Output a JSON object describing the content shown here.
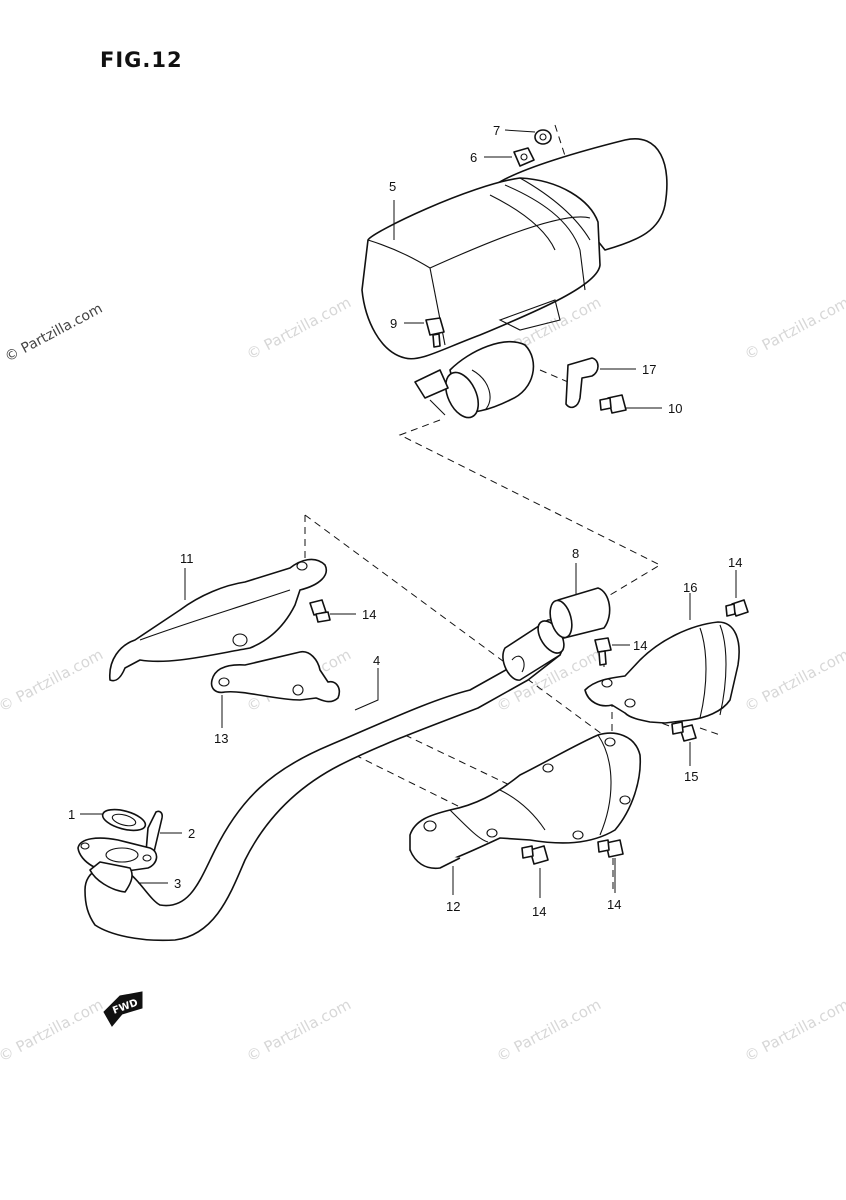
{
  "figure": {
    "title": "FIG.12"
  },
  "watermark": {
    "text": "© Partzilla.com"
  },
  "callouts": [
    "1",
    "2",
    "3",
    "4",
    "5",
    "6",
    "7",
    "8",
    "9",
    "10",
    "11",
    "12",
    "13",
    "14",
    "15",
    "16",
    "17"
  ],
  "front_marker": {
    "label": "FWD"
  }
}
